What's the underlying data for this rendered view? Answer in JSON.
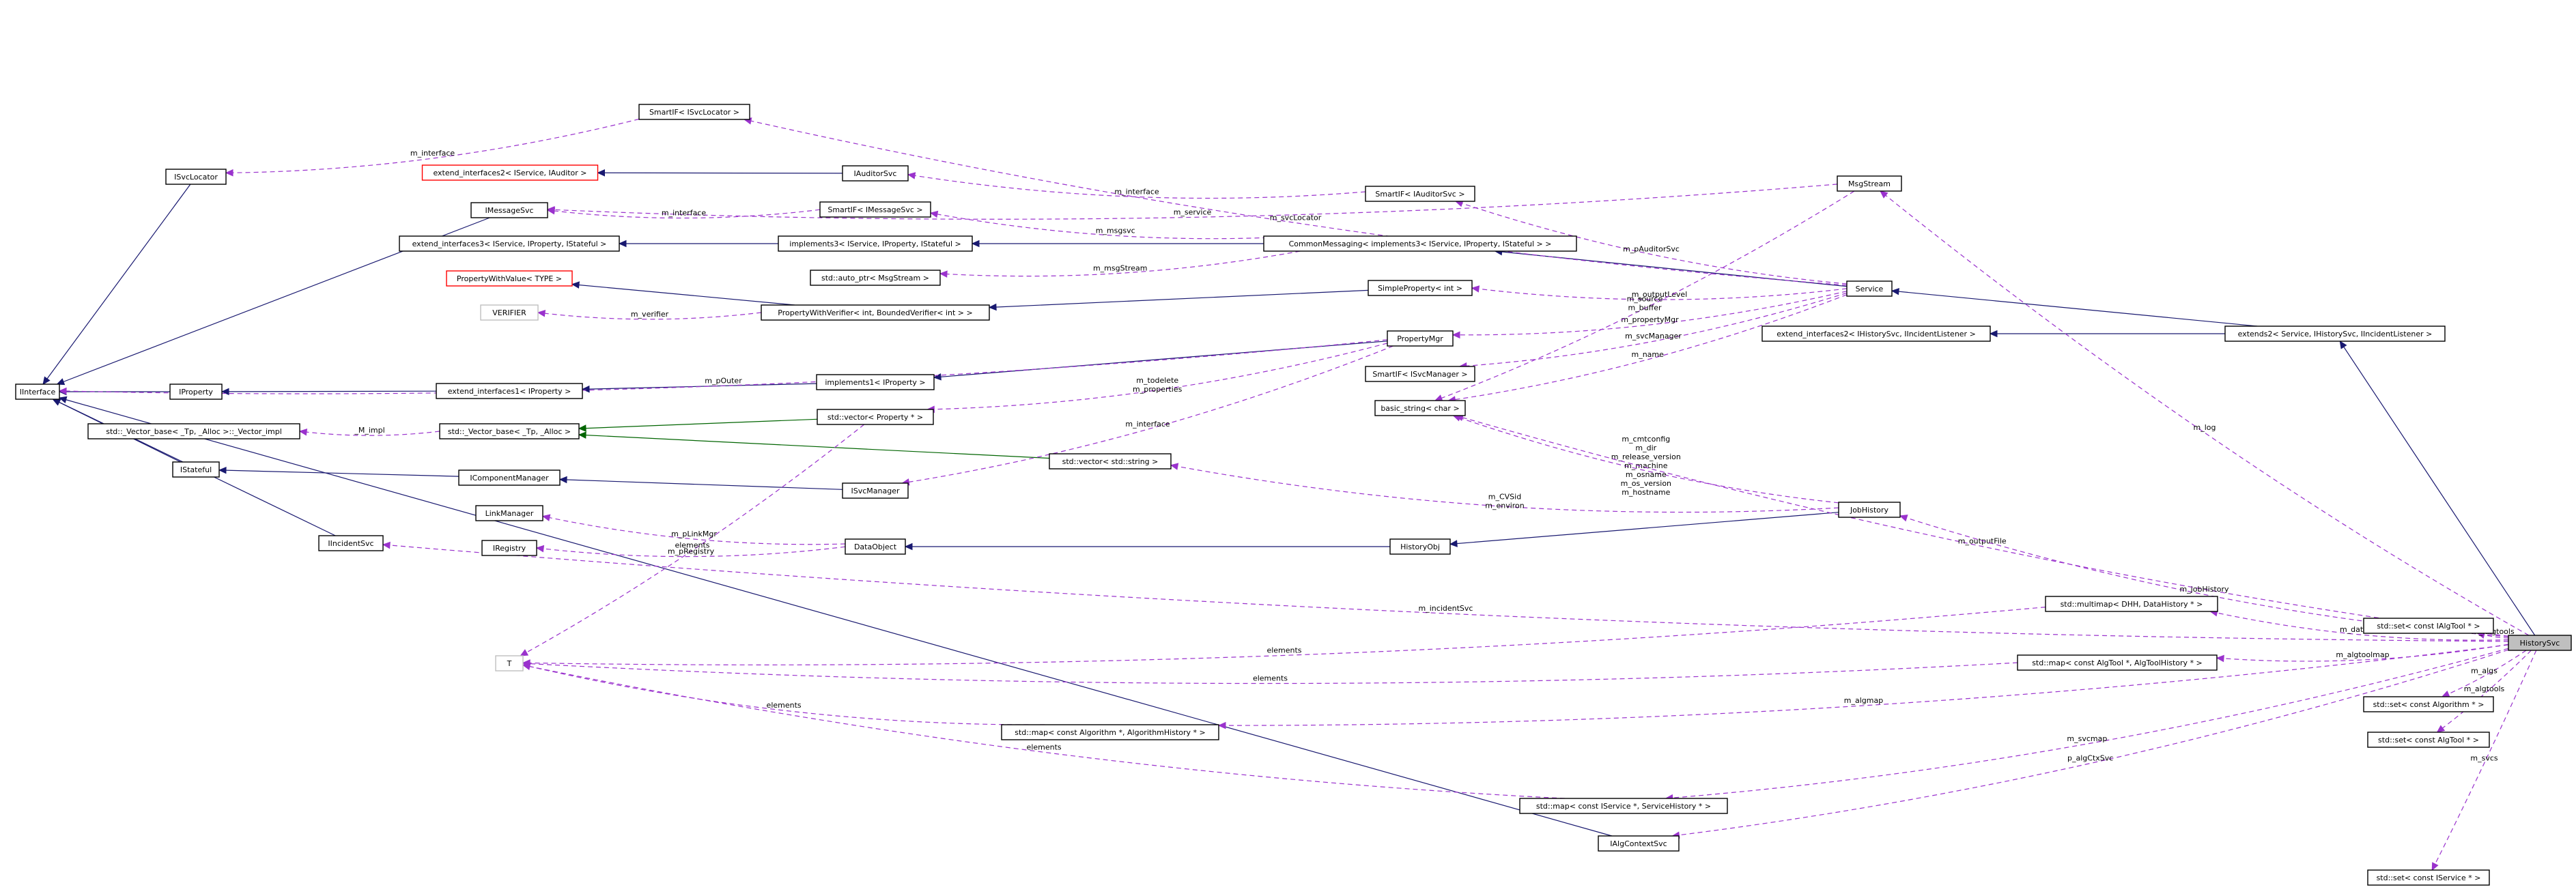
{
  "nodes": [
    {
      "id": "IInterface",
      "label": "IInterface"
    },
    {
      "id": "ISvcLocator",
      "label": "ISvcLocator"
    },
    {
      "id": "IMessageSvc",
      "label": "IMessageSvc"
    },
    {
      "id": "IProperty",
      "label": "IProperty"
    },
    {
      "id": "IStateful",
      "label": "IStateful"
    },
    {
      "id": "IIncidentSvc",
      "label": "IIncidentSvc"
    },
    {
      "id": "SmartIF_ISvcLocator",
      "label": "SmartIF< ISvcLocator >"
    },
    {
      "id": "ext2_IService_IAuditor",
      "label": "extend_interfaces2< IService, IAuditor >",
      "style": "red"
    },
    {
      "id": "ext3_IService_IProperty_IStateful",
      "label": "extend_interfaces3< IService, IProperty, IStateful >"
    },
    {
      "id": "PropertyWithValue",
      "label": "PropertyWithValue< TYPE >",
      "style": "red"
    },
    {
      "id": "VERIFIER",
      "label": "VERIFIER",
      "style": "undoc"
    },
    {
      "id": "ext1_IProperty",
      "label": "extend_interfaces1< IProperty >"
    },
    {
      "id": "Vector_base_impl",
      "label": "std::_Vector_base< _Tp, _Alloc >::_Vector_impl"
    },
    {
      "id": "IComponentManager",
      "label": "IComponentManager"
    },
    {
      "id": "LinkManager",
      "label": "LinkManager"
    },
    {
      "id": "IRegistry",
      "label": "IRegistry"
    },
    {
      "id": "T",
      "label": "T",
      "style": "undoc"
    },
    {
      "id": "IAuditorSvc",
      "label": "IAuditorSvc"
    },
    {
      "id": "SmartIF_IMessageSvc",
      "label": "SmartIF< IMessageSvc >"
    },
    {
      "id": "implements3",
      "label": "implements3< IService, IProperty, IStateful >"
    },
    {
      "id": "auto_ptr_MsgStream",
      "label": "std::auto_ptr< MsgStream >"
    },
    {
      "id": "PropertyWithVerifier",
      "label": "PropertyWithVerifier< int, BoundedVerifier< int > >"
    },
    {
      "id": "implements1_IProperty",
      "label": "implements1< IProperty >"
    },
    {
      "id": "Vector_base",
      "label": "std::_Vector_base< _Tp, _Alloc >"
    },
    {
      "id": "vector_Property",
      "label": "std::vector< Property * >"
    },
    {
      "id": "ISvcManager",
      "label": "ISvcManager"
    },
    {
      "id": "DataObject",
      "label": "DataObject"
    },
    {
      "id": "SmartIF_IAuditorSvc",
      "label": "SmartIF< IAuditorSvc >"
    },
    {
      "id": "CommonMessaging",
      "label": "CommonMessaging< implements3< IService, IProperty, IStateful > >"
    },
    {
      "id": "SimpleProperty_int",
      "label": "SimpleProperty< int >"
    },
    {
      "id": "PropertyMgr",
      "label": "PropertyMgr"
    },
    {
      "id": "SmartIF_ISvcManager",
      "label": "SmartIF< ISvcManager >"
    },
    {
      "id": "basic_string",
      "label": "basic_string< char >"
    },
    {
      "id": "vector_string",
      "label": "std::vector< std::string >"
    },
    {
      "id": "HistoryObj",
      "label": "HistoryObj"
    },
    {
      "id": "MsgStream",
      "label": "MsgStream"
    },
    {
      "id": "Service",
      "label": "Service"
    },
    {
      "id": "ext_ifaces2_IHistorySvc",
      "label": "extend_interfaces2< IHistorySvc, IIncidentListener >"
    },
    {
      "id": "JobHistory",
      "label": "JobHistory"
    },
    {
      "id": "extends2_Service",
      "label": "extends2< Service, IHistorySvc, IIncidentListener >"
    },
    {
      "id": "multimap_DHH",
      "label": "std::multimap< DHH, DataHistory * >"
    },
    {
      "id": "map_AlgTool",
      "label": "std::map< const AlgTool *, AlgToolHistory * >"
    },
    {
      "id": "map_Algorithm",
      "label": "std::map< const Algorithm *, AlgorithmHistory * >"
    },
    {
      "id": "map_IService",
      "label": "std::map< const IService *, ServiceHistory * >"
    },
    {
      "id": "IAlgContextSvc",
      "label": "IAlgContextSvc"
    },
    {
      "id": "set_IAlgTool",
      "label": "std::set< const IAlgTool * >"
    },
    {
      "id": "set_Algorithm",
      "label": "std::set< const Algorithm * >"
    },
    {
      "id": "set_AlgTool",
      "label": "std::set< const AlgTool * >"
    },
    {
      "id": "set_IService",
      "label": "std::set< const IService * >"
    },
    {
      "id": "HistorySvc",
      "label": "HistorySvc",
      "style": "focus"
    }
  ],
  "edges": [
    {
      "from": "ISvcLocator",
      "to": "IInterface",
      "kind": "inherit"
    },
    {
      "from": "IMessageSvc",
      "to": "IInterface",
      "kind": "inherit"
    },
    {
      "from": "IProperty",
      "to": "IInterface",
      "kind": "inherit"
    },
    {
      "from": "IStateful",
      "to": "IInterface",
      "kind": "inherit"
    },
    {
      "from": "IIncidentSvc",
      "to": "IInterface",
      "kind": "inherit"
    },
    {
      "from": "IAlgContextSvc",
      "to": "IInterface",
      "kind": "inherit"
    },
    {
      "from": "IAuditorSvc",
      "to": "ext2_IService_IAuditor",
      "kind": "inherit"
    },
    {
      "from": "implements3",
      "to": "ext3_IService_IProperty_IStateful",
      "kind": "inherit"
    },
    {
      "from": "CommonMessaging",
      "to": "implements3",
      "kind": "inherit"
    },
    {
      "from": "PropertyWithVerifier",
      "to": "PropertyWithValue",
      "kind": "inherit"
    },
    {
      "from": "SimpleProperty_int",
      "to": "PropertyWithVerifier",
      "kind": "inherit"
    },
    {
      "from": "ext1_IProperty",
      "to": "IProperty",
      "kind": "inherit"
    },
    {
      "from": "implements1_IProperty",
      "to": "ext1_IProperty",
      "kind": "inherit"
    },
    {
      "from": "PropertyMgr",
      "to": "implements1_IProperty",
      "kind": "inherit"
    },
    {
      "from": "IComponentManager",
      "to": "IStateful",
      "kind": "inherit"
    },
    {
      "from": "ISvcManager",
      "to": "IComponentManager",
      "kind": "inherit"
    },
    {
      "from": "vector_Property",
      "to": "Vector_base",
      "kind": "template"
    },
    {
      "from": "vector_string",
      "to": "Vector_base",
      "kind": "template"
    },
    {
      "from": "HistoryObj",
      "to": "DataObject",
      "kind": "inherit"
    },
    {
      "from": "JobHistory",
      "to": "HistoryObj",
      "kind": "inherit"
    },
    {
      "from": "Service",
      "to": "CommonMessaging",
      "kind": "inherit"
    },
    {
      "from": "extends2_Service",
      "to": "Service",
      "kind": "inherit"
    },
    {
      "from": "extends2_Service",
      "to": "ext_ifaces2_IHistorySvc",
      "kind": "inherit"
    },
    {
      "from": "HistorySvc",
      "to": "extends2_Service",
      "kind": "inherit"
    },
    {
      "from": "Service",
      "to": "SmartIF_ISvcLocator",
      "kind": "use",
      "label": "m_svcLocator"
    },
    {
      "from": "SmartIF_ISvcLocator",
      "to": "ISvcLocator",
      "kind": "use",
      "label": "m_interface"
    },
    {
      "from": "MsgStream",
      "to": "IMessageSvc",
      "kind": "use",
      "label": "m_service"
    },
    {
      "from": "SmartIF_IMessageSvc",
      "to": "IMessageSvc",
      "kind": "use",
      "label": "m_interface"
    },
    {
      "from": "SmartIF_IAuditorSvc",
      "to": "IAuditorSvc",
      "kind": "use",
      "label": "m_interface"
    },
    {
      "from": "CommonMessaging",
      "to": "SmartIF_IMessageSvc",
      "kind": "use",
      "label": "m_msgsvc"
    },
    {
      "from": "CommonMessaging",
      "to": "auto_ptr_MsgStream",
      "kind": "use",
      "label": "m_msgStream"
    },
    {
      "from": "PropertyWithVerifier",
      "to": "VERIFIER",
      "kind": "use",
      "label": "m_verifier"
    },
    {
      "from": "PropertyMgr",
      "to": "IInterface",
      "kind": "use",
      "label": "m_pOuter"
    },
    {
      "from": "Vector_base",
      "to": "Vector_base_impl",
      "kind": "use",
      "label": "_M_impl"
    },
    {
      "from": "PropertyMgr",
      "to": "vector_Property",
      "kind": "use",
      "label": "m_todelete\nm_properties"
    },
    {
      "from": "PropertyMgr",
      "to": "ISvcManager",
      "kind": "use",
      "label": "m_interface"
    },
    {
      "from": "vector_Property",
      "to": "T",
      "kind": "use",
      "label": "elements"
    },
    {
      "from": "DataObject",
      "to": "LinkManager",
      "kind": "use",
      "label": "m_pLinkMgr"
    },
    {
      "from": "DataObject",
      "to": "IRegistry",
      "kind": "use",
      "label": "m_pRegistry"
    },
    {
      "from": "Service",
      "to": "SmartIF_IAuditorSvc",
      "kind": "use",
      "label": "m_pAuditorSvc"
    },
    {
      "from": "Service",
      "to": "SimpleProperty_int",
      "kind": "use",
      "label": "m_outputLevel"
    },
    {
      "from": "Service",
      "to": "PropertyMgr",
      "kind": "use",
      "label": "m_propertyMgr"
    },
    {
      "from": "Service",
      "to": "SmartIF_ISvcManager",
      "kind": "use",
      "label": "m_svcManager"
    },
    {
      "from": "Service",
      "to": "basic_string",
      "kind": "use",
      "label": "m_name"
    },
    {
      "from": "MsgStream",
      "to": "basic_string",
      "kind": "use",
      "label": "m_source\nm_buffer"
    },
    {
      "from": "JobHistory",
      "to": "basic_string",
      "kind": "use",
      "label": "m_cmtconfig\nm_dir\nm_release_version\nm_machine\nm_osname\nm_os_version\nm_hostname"
    },
    {
      "from": "JobHistory",
      "to": "vector_string",
      "kind": "use",
      "label": "m_CVSid\nm_environ"
    },
    {
      "from": "HistorySvc",
      "to": "MsgStream",
      "kind": "use",
      "label": "m_log"
    },
    {
      "from": "HistorySvc",
      "to": "basic_string",
      "kind": "use",
      "label": "m_outputFile"
    },
    {
      "from": "HistorySvc",
      "to": "JobHistory",
      "kind": "use",
      "label": "m_jobHistory"
    },
    {
      "from": "HistorySvc",
      "to": "IIncidentSvc",
      "kind": "use",
      "label": "m_incidentSvc"
    },
    {
      "from": "HistorySvc",
      "to": "multimap_DHH",
      "kind": "use",
      "label": "m_datMap"
    },
    {
      "from": "HistorySvc",
      "to": "set_IAlgTool",
      "kind": "use",
      "label": "m_ialgtools"
    },
    {
      "from": "HistorySvc",
      "to": "map_AlgTool",
      "kind": "use",
      "label": "m_algtoolmap"
    },
    {
      "from": "HistorySvc",
      "to": "set_Algorithm",
      "kind": "use",
      "label": "m_algs"
    },
    {
      "from": "HistorySvc",
      "to": "set_AlgTool",
      "kind": "use",
      "label": "m_algtools"
    },
    {
      "from": "HistorySvc",
      "to": "map_Algorithm",
      "kind": "use",
      "label": "m_algmap"
    },
    {
      "from": "HistorySvc",
      "to": "map_IService",
      "kind": "use",
      "label": "m_svcmap"
    },
    {
      "from": "HistorySvc",
      "to": "IAlgContextSvc",
      "kind": "use",
      "label": "p_algCtxSvc"
    },
    {
      "from": "HistorySvc",
      "to": "set_IService",
      "kind": "use",
      "label": "m_svcs"
    },
    {
      "from": "multimap_DHH",
      "to": "T",
      "kind": "use",
      "label": "elements"
    },
    {
      "from": "map_AlgTool",
      "to": "T",
      "kind": "use",
      "label": "elements"
    },
    {
      "from": "map_Algorithm",
      "to": "T",
      "kind": "use",
      "label": "elements"
    },
    {
      "from": "map_IService",
      "to": "T",
      "kind": "use",
      "label": "elements"
    }
  ]
}
